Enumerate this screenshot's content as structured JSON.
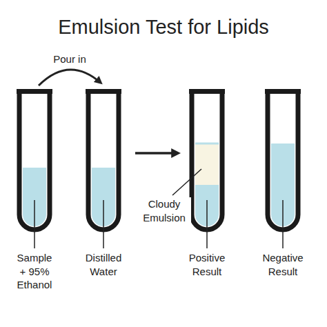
{
  "diagram": {
    "title": "Emulsion Test for Lipids",
    "labels": [
      "Pour in",
      "Cloudy Emulsion",
      "Sample + 95% Ethanol",
      "Distilled Water",
      "Positive Result",
      "Negative Result"
    ]
  }
}
